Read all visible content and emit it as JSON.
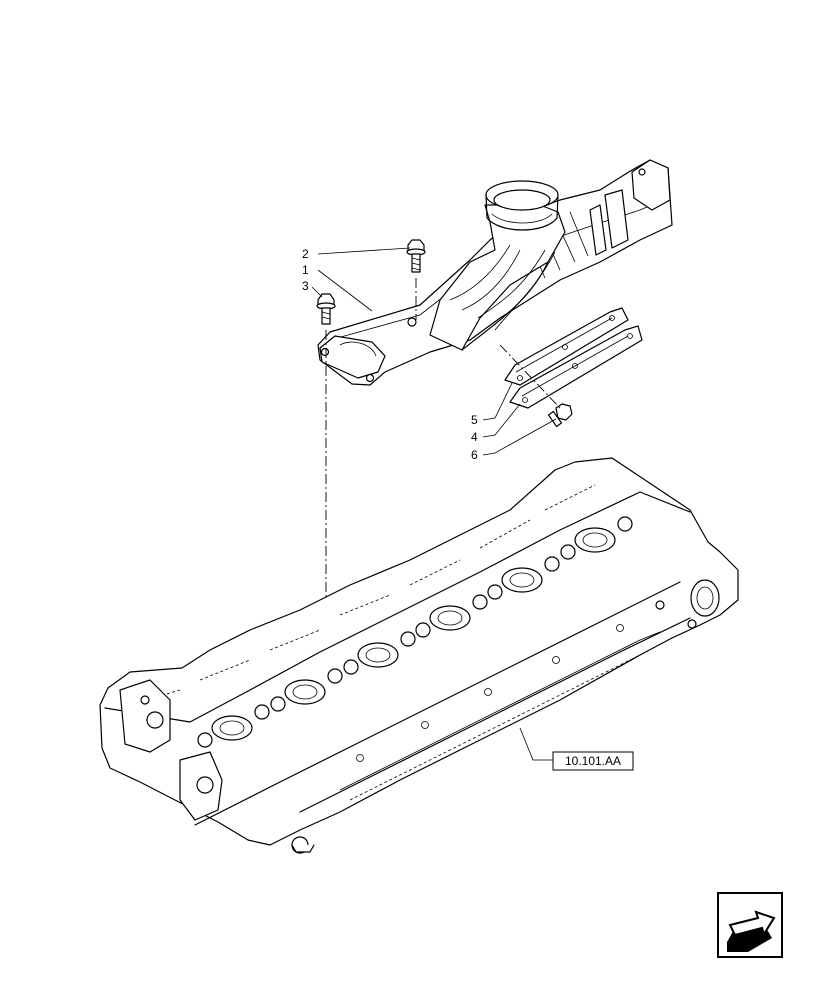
{
  "callouts": [
    {
      "id": "1",
      "label": "1"
    },
    {
      "id": "2",
      "label": "2"
    },
    {
      "id": "3",
      "label": "3"
    },
    {
      "id": "4",
      "label": "4"
    },
    {
      "id": "5",
      "label": "5"
    },
    {
      "id": "6",
      "label": "6"
    }
  ],
  "reference": {
    "label": "10.101.AA"
  },
  "nav": {
    "icon": "return-arrow-icon"
  }
}
